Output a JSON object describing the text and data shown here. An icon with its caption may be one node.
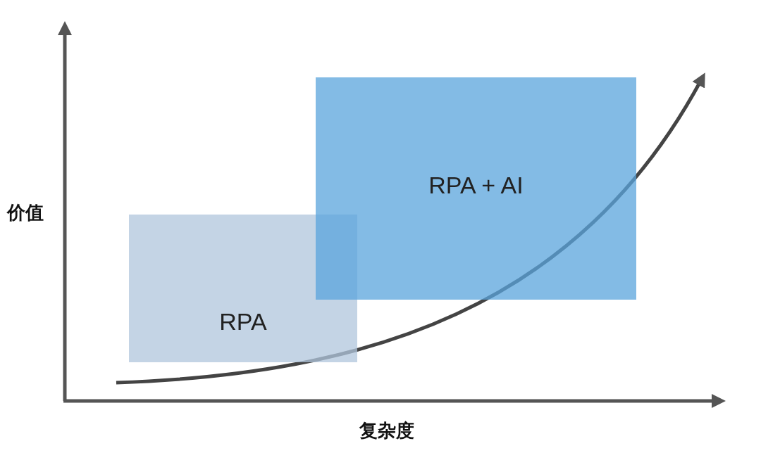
{
  "diagram": {
    "nodes": [
      {
        "text": [
          "RPA"
        ]
      },
      {
        "text": [
          "RPA + AI"
        ]
      }
    ],
    "labels": [
      "价值",
      "复杂度"
    ]
  }
}
